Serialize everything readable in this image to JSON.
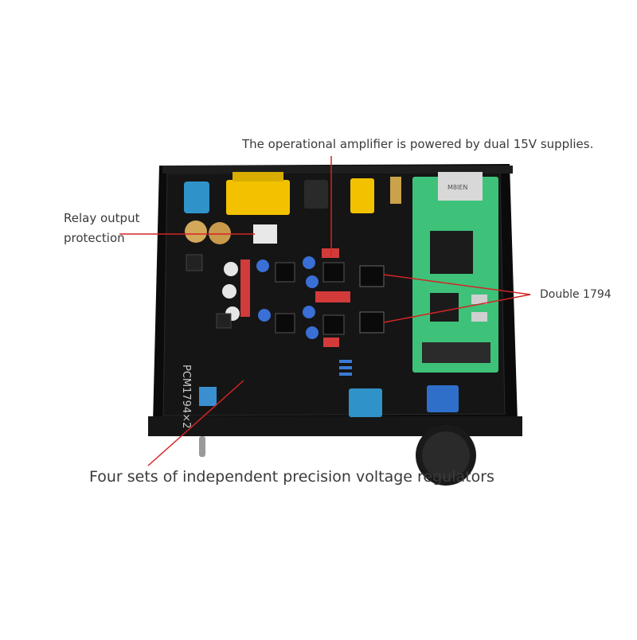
{
  "annotations": {
    "opamp": "The operational amplifier is powered by dual 15V supplies.",
    "relay_line1": "Relay output",
    "relay_line2": "protection",
    "double": "Double 1794",
    "regulators": "Four sets of independent precision voltage regulators"
  },
  "board": {
    "side_print": "PCM1794×2",
    "usb_chip": "M8IEN"
  },
  "colors": {
    "annotation_line": "#d42424",
    "chassis": "#0d0d0d",
    "pcb": "#141414",
    "module": "#3ec27a",
    "rca_yellow": "#f2c200",
    "connector_blue": "#2f93c9"
  }
}
